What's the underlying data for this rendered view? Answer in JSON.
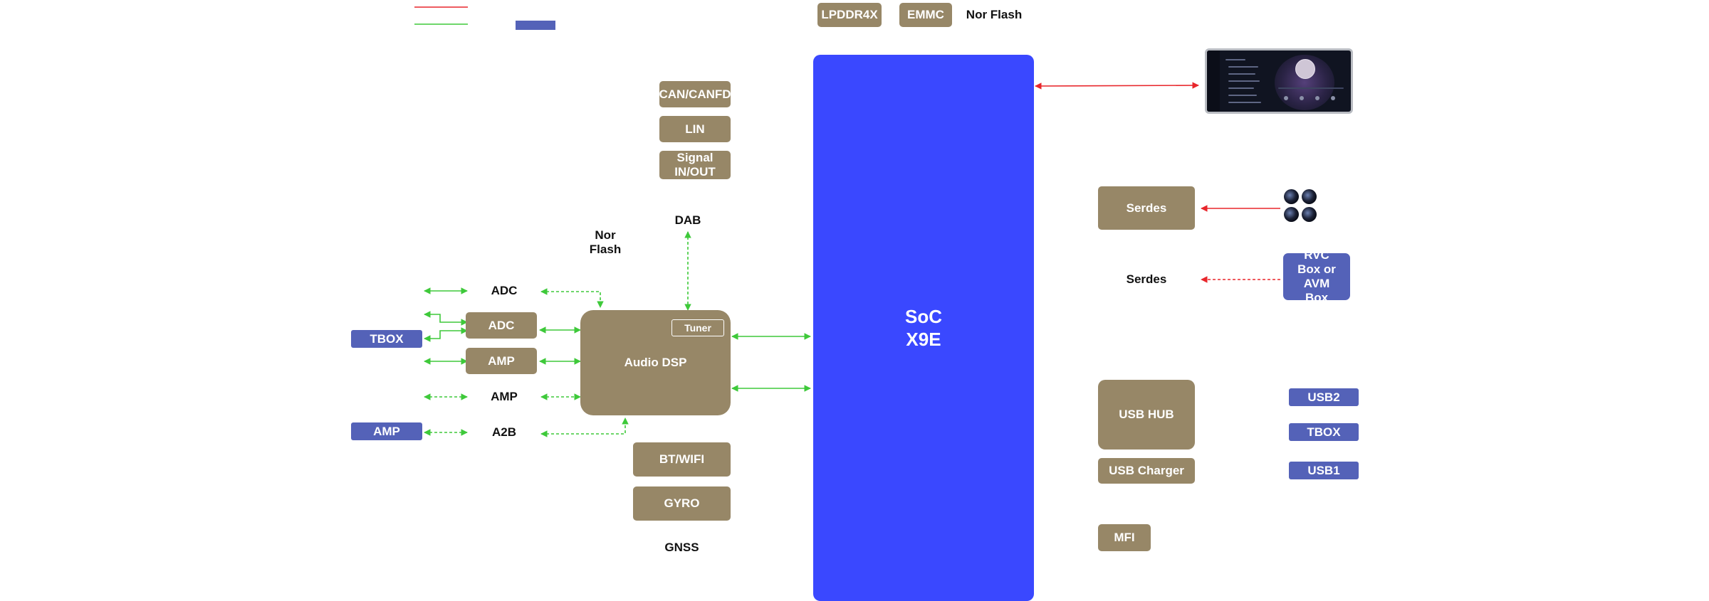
{
  "legend": {
    "red_line_color": "#e8262b",
    "green_line_color": "#3ec93a",
    "blue_swatch_color": "#5462b8"
  },
  "top_memory": {
    "lpddr4x": "LPDDR4X",
    "emmc": "EMMC",
    "nor_flash": "Nor Flash"
  },
  "left_interfaces": {
    "can": "CAN/CANFD",
    "lin": "LIN",
    "signal": "Signal IN/OUT"
  },
  "audio": {
    "nor_flash": "Nor Flash",
    "dab": "DAB",
    "adc_text": "ADC",
    "adc_block": "ADC",
    "amp_block": "AMP",
    "amp_text": "AMP",
    "a2b": "A2B",
    "tbox": "TBOX",
    "amp_ext": "AMP",
    "dsp": "Audio DSP",
    "tuner": "Tuner"
  },
  "lower_left": {
    "bt_wifi": "BT/WIFI",
    "gyro": "GYRO",
    "gnss": "GNSS"
  },
  "soc": {
    "line1": "SoC",
    "line2": "X9E"
  },
  "right": {
    "serdes_block": "Serdes",
    "serdes_text": "Serdes",
    "rvc_box": "RVC Box or AVM Box",
    "usb_hub": "USB HUB",
    "usb_charger": "USB Charger",
    "mfi": "MFI",
    "usb2": "USB2",
    "tbox": "TBOX",
    "usb1": "USB1"
  },
  "icons": {
    "display": "infotainment-display-icon",
    "camera": "camera-cluster-icon"
  }
}
